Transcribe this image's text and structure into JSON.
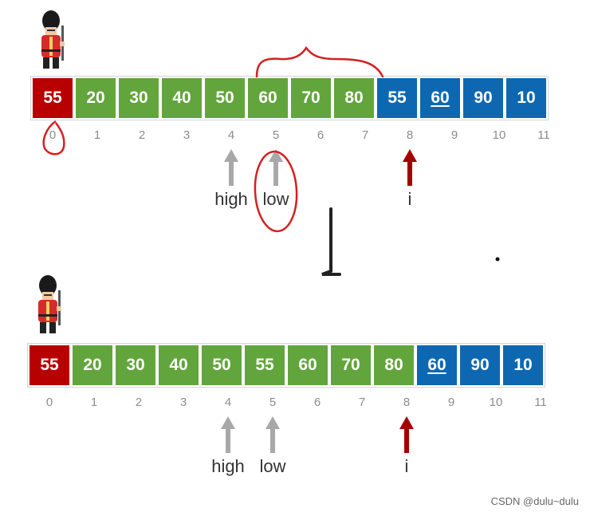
{
  "top": {
    "cells": [
      {
        "value": "55",
        "color": "red",
        "underline": false
      },
      {
        "value": "20",
        "color": "green",
        "underline": false
      },
      {
        "value": "30",
        "color": "green",
        "underline": false
      },
      {
        "value": "40",
        "color": "green",
        "underline": false
      },
      {
        "value": "50",
        "color": "green",
        "underline": false
      },
      {
        "value": "60",
        "color": "green",
        "underline": false
      },
      {
        "value": "70",
        "color": "green",
        "underline": false
      },
      {
        "value": "80",
        "color": "green",
        "underline": false
      },
      {
        "value": "55",
        "color": "blue",
        "underline": false
      },
      {
        "value": "60",
        "color": "blue",
        "underline": true
      },
      {
        "value": "90",
        "color": "blue",
        "underline": false
      },
      {
        "value": "10",
        "color": "blue",
        "underline": false
      }
    ],
    "indices": [
      "0",
      "1",
      "2",
      "3",
      "4",
      "5",
      "6",
      "7",
      "8",
      "9",
      "10",
      "11"
    ],
    "pointers": [
      {
        "label": "high",
        "index": 4,
        "color": "gray"
      },
      {
        "label": "low",
        "index": 5,
        "color": "gray"
      },
      {
        "label": "i",
        "index": 8,
        "color": "darkred"
      }
    ]
  },
  "bottom": {
    "cells": [
      {
        "value": "55",
        "color": "red",
        "underline": false
      },
      {
        "value": "20",
        "color": "green",
        "underline": false
      },
      {
        "value": "30",
        "color": "green",
        "underline": false
      },
      {
        "value": "40",
        "color": "green",
        "underline": false
      },
      {
        "value": "50",
        "color": "green",
        "underline": false
      },
      {
        "value": "55",
        "color": "green",
        "underline": false
      },
      {
        "value": "60",
        "color": "green",
        "underline": false
      },
      {
        "value": "70",
        "color": "green",
        "underline": false
      },
      {
        "value": "80",
        "color": "green",
        "underline": false
      },
      {
        "value": "60",
        "color": "blue",
        "underline": true
      },
      {
        "value": "90",
        "color": "blue",
        "underline": false
      },
      {
        "value": "10",
        "color": "blue",
        "underline": false
      }
    ],
    "indices": [
      "0",
      "1",
      "2",
      "3",
      "4",
      "5",
      "6",
      "7",
      "8",
      "9",
      "10",
      "11"
    ],
    "pointers": [
      {
        "label": "high",
        "index": 4,
        "color": "gray"
      },
      {
        "label": "low",
        "index": 5,
        "color": "gray"
      },
      {
        "label": "i",
        "index": 8,
        "color": "darkred"
      }
    ]
  },
  "colors": {
    "red": "#b80000",
    "green": "#62a53c",
    "blue": "#0e68b1",
    "gray_arrow": "#a8a8a8",
    "darkred_arrow": "#a40000",
    "annotation": "#d42020"
  },
  "icons": [
    "guard-icon",
    "arrow-up-icon",
    "transition-arrow-icon"
  ],
  "watermark": "CSDN @dulu~dulu"
}
